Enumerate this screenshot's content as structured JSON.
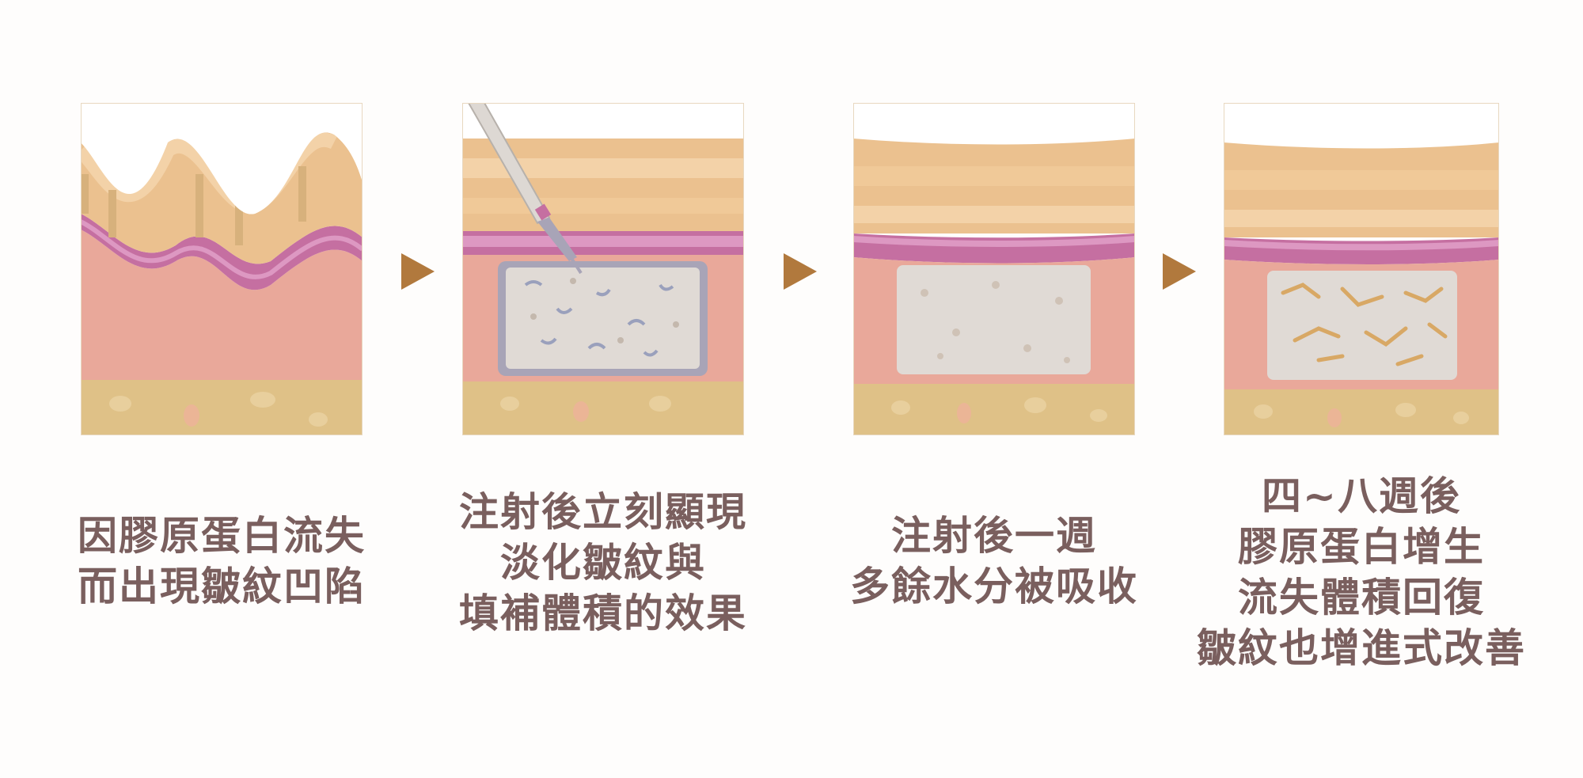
{
  "colors": {
    "caption_text": "#7a5f5e",
    "arrow": "#b1793d",
    "epidermis_light": "#f3d2a8",
    "epidermis": "#ebc18f",
    "dermis_magenta": "#c56fa1",
    "dermis": "#e9a89a",
    "fat": "#dfc187",
    "filler_gray": "#e0dad5",
    "filler_border": "#a8a4b7",
    "collagen": "#d8a865"
  },
  "steps": [
    {
      "caption": [
        "因膠原蛋白流失",
        "而出現皺紋凹陷"
      ]
    },
    {
      "caption": [
        "注射後立刻顯現",
        "淡化皺紋與",
        "填補體積的效果"
      ]
    },
    {
      "caption": [
        "注射後一週",
        "多餘水分被吸收"
      ]
    },
    {
      "caption": [
        "四~八週後",
        "膠原蛋白增生",
        "流失體積回復",
        "皺紋也增進式改善"
      ]
    }
  ]
}
